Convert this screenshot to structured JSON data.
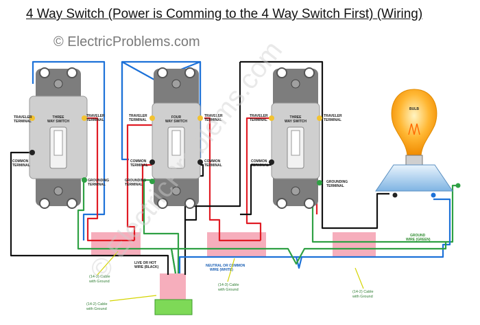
{
  "title": "4 Way Switch (Power is Comming to the 4 Way Switch First) (Wiring)",
  "copyright": "© ElectricProblems.com",
  "watermark": "© ElectricProblems.com",
  "switches": [
    {
      "name": "THREE WAY SWITCH",
      "name_line1": "THREE",
      "name_line2": "WAY SWITCH"
    },
    {
      "name": "FOUR WAY SWITCH",
      "name_line1": "FOUR",
      "name_line2": "WAY SWITCH"
    },
    {
      "name": "THREE WAY SWITCH",
      "name_line1": "THREE",
      "name_line2": "WAY SWITCH"
    }
  ],
  "terminal_labels": {
    "traveler_1": "TRAVELER",
    "traveler_2": "TERMINAL",
    "common_1": "COMMON",
    "common_2": "TERMINAL",
    "grounding_1": "GROUNDING",
    "grounding_2": "TERMINAL"
  },
  "bulb_label": "BULB",
  "wire_labels": {
    "live_1": "LIVE OR HOT",
    "live_2": "WIRE (BLACK)",
    "neutral_1": "NEUTRAL OR COMMON",
    "neutral_2": "WIRE (WHITE)",
    "ground_1": "GROUND",
    "ground_2": "WIRE (GREEN)"
  },
  "cable_notes": {
    "c143_1": "(14-3) Cable",
    "c143_1b": "with Ground",
    "c143_2": "(14-3) Cable",
    "c143_2b": "with Ground",
    "c142_1": "(14-2) Cable",
    "c142_1b": "with Ground",
    "c142_2": "(14-2) Cable",
    "c142_2b": "with Ground"
  },
  "colors": {
    "black": "#111111",
    "red": "#e01b24",
    "blue": "#1c71d8",
    "green": "#2ea043",
    "junction_box": "#f4a0b0",
    "switch_body": "#d4d4d4",
    "switch_plate": "#808080",
    "bulb": "#ffa31a",
    "socket": "#a8cff0",
    "panel_box": "#7ed957"
  }
}
